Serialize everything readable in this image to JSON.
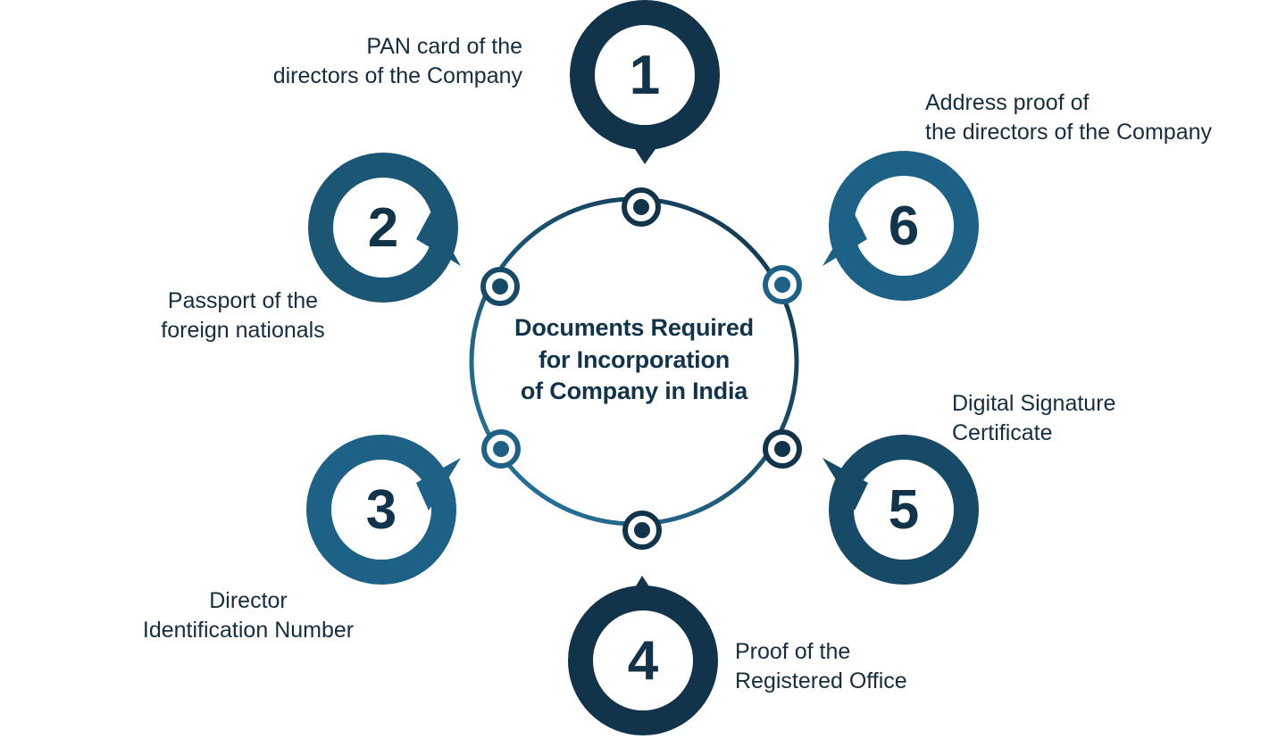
{
  "diagram": {
    "type": "circular-hub-and-spoke",
    "background_color": "#ffffff",
    "hub": {
      "title_lines": [
        "Documents Required",
        "for Incorporation",
        "of Company in India"
      ],
      "title_color": "#12344a",
      "ring_gradient_from": "#12344a",
      "ring_gradient_to": "#2b7ba3"
    },
    "palette": {
      "darkest_navy": "#12344a",
      "dark_blue": "#174a66",
      "mid_blue": "#1b5775",
      "light_blue": "#1d6187",
      "steel_blue": "#2b7ba3",
      "text_navy": "#142e40"
    },
    "steps": [
      {
        "number": "1",
        "label_lines": [
          "PAN card of the",
          "directors of the Company"
        ],
        "badge_color": "#12344a",
        "node_color": "#12344a",
        "position": "top",
        "tail_direction": "down"
      },
      {
        "number": "2",
        "label_lines": [
          "Passport of the",
          "foreign nationals"
        ],
        "badge_color": "#1b5775",
        "node_color": "#174a66",
        "position": "upper-left",
        "tail_direction": "down-right"
      },
      {
        "number": "3",
        "label_lines": [
          "Director",
          "Identification Number"
        ],
        "badge_color": "#1d6187",
        "node_color": "#1d6187",
        "position": "lower-left",
        "tail_direction": "up-right"
      },
      {
        "number": "4",
        "label_lines": [
          "Proof of the",
          "Registered Office"
        ],
        "badge_color": "#12344a",
        "node_color": "#12344a",
        "position": "bottom",
        "tail_direction": "up"
      },
      {
        "number": "5",
        "label_lines": [
          "Digital Signature",
          "Certificate"
        ],
        "badge_color": "#174a66",
        "node_color": "#12344a",
        "position": "lower-right",
        "tail_direction": "up-left"
      },
      {
        "number": "6",
        "label_lines": [
          "Address proof of",
          "the directors of the Company"
        ],
        "badge_color": "#1d6187",
        "node_color": "#1d6187",
        "position": "upper-right",
        "tail_direction": "down-left"
      }
    ]
  }
}
